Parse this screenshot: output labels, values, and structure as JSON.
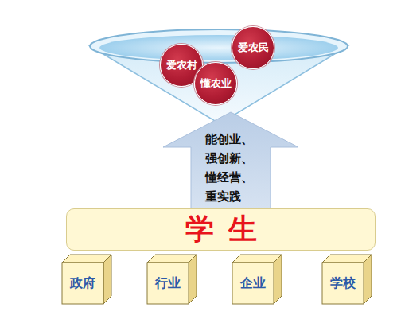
{
  "diagram": {
    "nodes": [
      {
        "text": [
          "爱农民"
        ]
      },
      {
        "text": [
          "爱农村"
        ]
      },
      {
        "text": [
          "懂农业"
        ]
      },
      {
        "text": [
          "能创业、 强创新、 懂经营、 重实践"
        ]
      },
      {
        "text": [
          "学生"
        ]
      },
      {
        "text": [
          "政府"
        ]
      },
      {
        "text": [
          "行业"
        ]
      },
      {
        "text": [
          "企业"
        ]
      },
      {
        "text": [
          "学校"
        ]
      }
    ]
  }
}
